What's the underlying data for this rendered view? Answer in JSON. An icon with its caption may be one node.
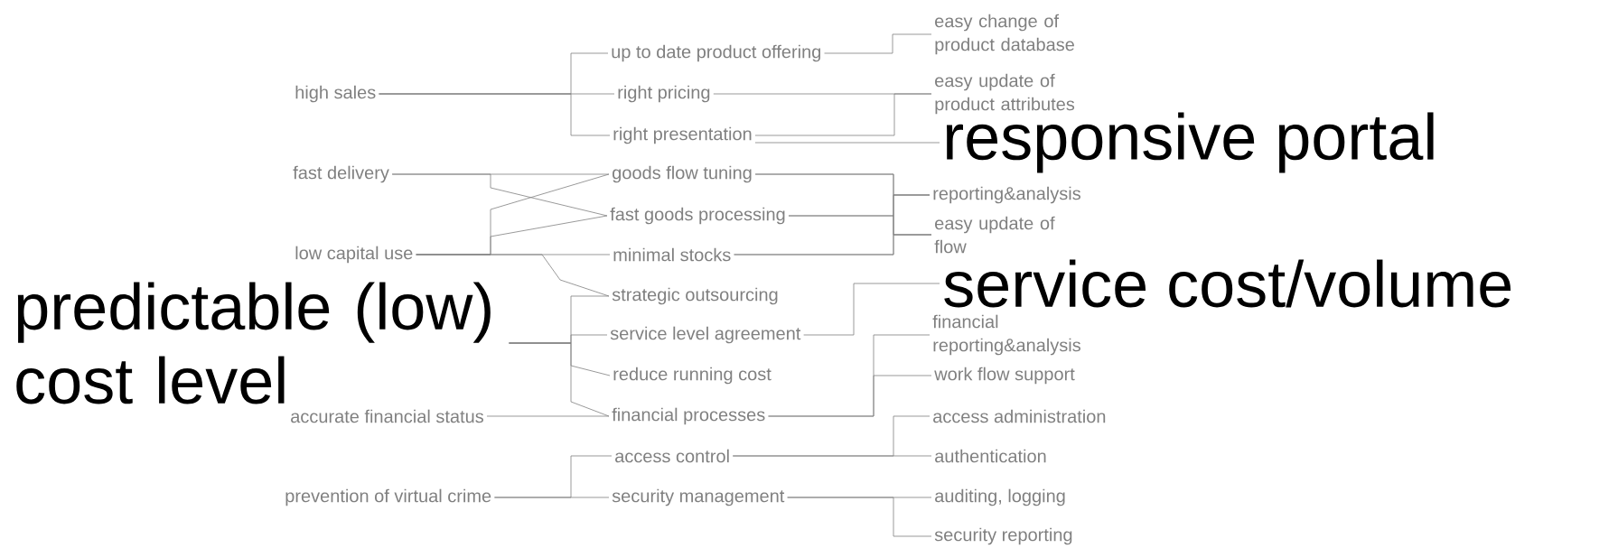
{
  "diagram": {
    "nodes": [
      {
        "text": [
          "high sales"
        ]
      },
      {
        "text": [
          "up to date product offering"
        ]
      },
      {
        "text": [
          "right pricing"
        ]
      },
      {
        "text": [
          "right presentation"
        ]
      },
      {
        "text": [
          "easy change of product database"
        ]
      },
      {
        "text": [
          "easy update of product attributes"
        ]
      },
      {
        "text": [
          "responsive portal"
        ]
      },
      {
        "text": [
          "fast delivery"
        ]
      },
      {
        "text": [
          "goods flow tuning"
        ]
      },
      {
        "text": [
          "fast goods processing"
        ]
      },
      {
        "text": [
          "low capital use"
        ]
      },
      {
        "text": [
          "minimal stocks"
        ]
      },
      {
        "text": [
          "reporting&analysis"
        ]
      },
      {
        "text": [
          "easy update of flow"
        ]
      },
      {
        "text": [
          "predictable (low) cost level"
        ]
      },
      {
        "text": [
          "strategic outsourcing"
        ]
      },
      {
        "text": [
          "service level agreement"
        ]
      },
      {
        "text": [
          "reduce running cost"
        ]
      },
      {
        "text": [
          "service cost/volume"
        ]
      },
      {
        "text": [
          "financial reporting&analysis"
        ]
      },
      {
        "text": [
          "work flow support"
        ]
      },
      {
        "text": [
          "accurate financial status"
        ]
      },
      {
        "text": [
          "financial processes"
        ]
      },
      {
        "text": [
          "access administration"
        ]
      },
      {
        "text": [
          "authentication"
        ]
      },
      {
        "text": [
          "prevention of virtual crime"
        ]
      },
      {
        "text": [
          "access control"
        ]
      },
      {
        "text": [
          "security management"
        ]
      },
      {
        "text": [
          "auditing, logging"
        ]
      },
      {
        "text": [
          "security reporting"
        ]
      }
    ],
    "edges": [
      {
        "from": 0,
        "to": 1,
        "arrow": "none"
      },
      {
        "from": 0,
        "to": 2,
        "arrow": "none"
      },
      {
        "from": 0,
        "to": 3,
        "arrow": "none"
      },
      {
        "from": 1,
        "to": 4,
        "arrow": "none"
      },
      {
        "from": 2,
        "to": 5,
        "arrow": "none"
      },
      {
        "from": 3,
        "to": 5,
        "arrow": "none"
      },
      {
        "from": 3,
        "to": 6,
        "arrow": "none"
      },
      {
        "from": 7,
        "to": 8,
        "arrow": "none"
      },
      {
        "from": 7,
        "to": 9,
        "arrow": "none"
      },
      {
        "from": 10,
        "to": 8,
        "arrow": "none"
      },
      {
        "from": 10,
        "to": 9,
        "arrow": "none"
      },
      {
        "from": 10,
        "to": 11,
        "arrow": "none"
      },
      {
        "from": 10,
        "to": 15,
        "arrow": "none"
      },
      {
        "from": 8,
        "to": 12,
        "arrow": "none"
      },
      {
        "from": 8,
        "to": 13,
        "arrow": "none"
      },
      {
        "from": 9,
        "to": 12,
        "arrow": "none"
      },
      {
        "from": 9,
        "to": 13,
        "arrow": "none"
      },
      {
        "from": 11,
        "to": 12,
        "arrow": "none"
      },
      {
        "from": 11,
        "to": 13,
        "arrow": "none"
      },
      {
        "from": 14,
        "to": 15,
        "arrow": "none"
      },
      {
        "from": 14,
        "to": 16,
        "arrow": "none"
      },
      {
        "from": 14,
        "to": 17,
        "arrow": "none"
      },
      {
        "from": 14,
        "to": 22,
        "arrow": "none"
      },
      {
        "from": 16,
        "to": 18,
        "arrow": "none"
      },
      {
        "from": 21,
        "to": 22,
        "arrow": "none"
      },
      {
        "from": 22,
        "to": 19,
        "arrow": "none"
      },
      {
        "from": 22,
        "to": 20,
        "arrow": "none"
      },
      {
        "from": 25,
        "to": 26,
        "arrow": "none"
      },
      {
        "from": 25,
        "to": 27,
        "arrow": "none"
      },
      {
        "from": 26,
        "to": 23,
        "arrow": "none"
      },
      {
        "from": 26,
        "to": 24,
        "arrow": "none"
      },
      {
        "from": 27,
        "to": 28,
        "arrow": "none"
      },
      {
        "from": 27,
        "to": 29,
        "arrow": "none"
      }
    ]
  }
}
